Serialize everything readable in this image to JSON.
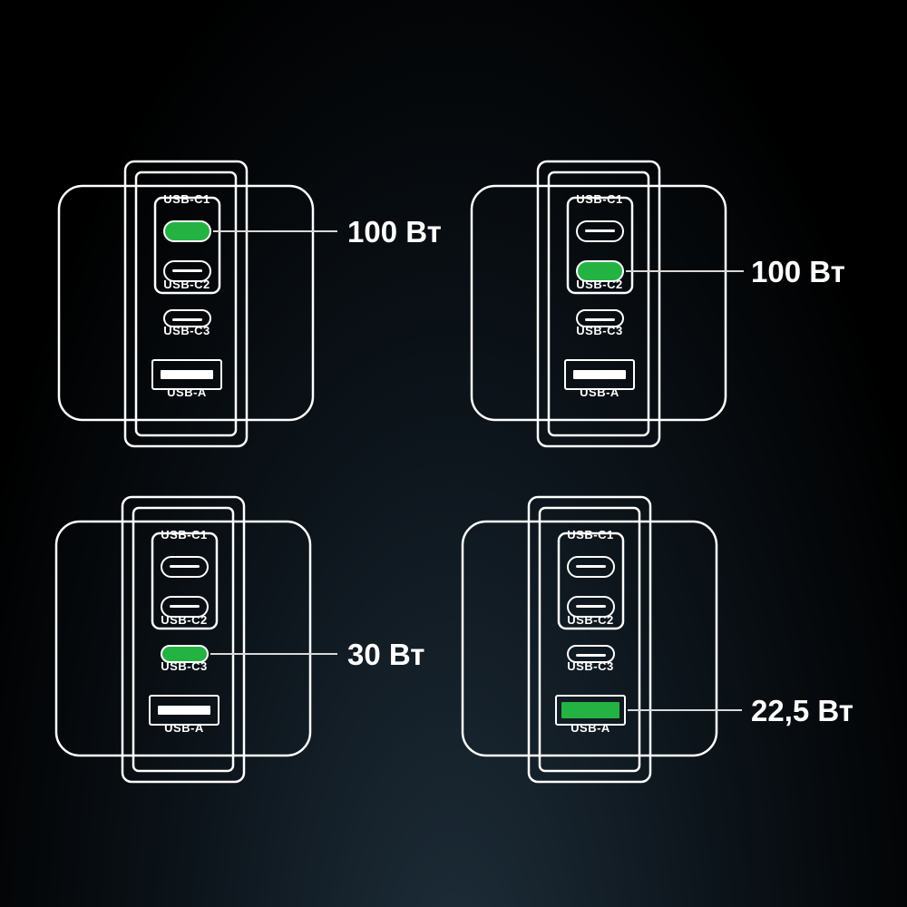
{
  "colors": {
    "active": "#24b343",
    "outline": "#ffffff",
    "leader": "#d8d8d8"
  },
  "port_labels": {
    "c1": "USB-C1",
    "c2": "USB-C2",
    "c3": "USB-C3",
    "a": "USB-A"
  },
  "chargers": [
    {
      "active_port": "c1",
      "power": "100 Вт"
    },
    {
      "active_port": "c2",
      "power": "100 Вт"
    },
    {
      "active_port": "c3",
      "power": "30 Вт"
    },
    {
      "active_port": "a",
      "power": "22,5 Вт"
    }
  ]
}
